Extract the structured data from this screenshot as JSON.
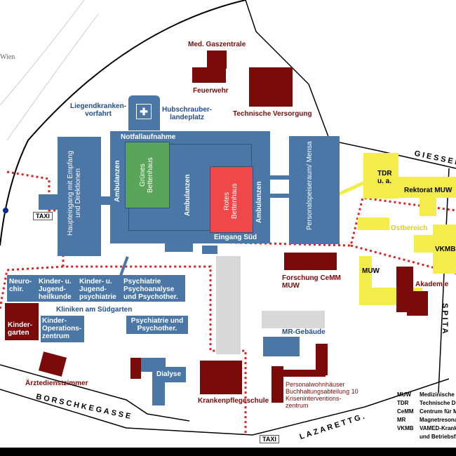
{
  "labels": {
    "wien": "Wien",
    "gaszentrale": "Med. Gaszentrale",
    "feuerwehr": "Feuerwehr",
    "technische_versorgung": "Technische Versorgung",
    "liegendkranken": "Liegendkranken-",
    "vorfahrt": "vorfahrt",
    "hubschrauber1": "Hubschrauber-",
    "hubschrauber2": "landeplatz",
    "notfallaufnahme": "Notfallaufnahme",
    "ambulanzen": "Ambulanzen",
    "gruenes": "Grünes Bettenhaus",
    "rotes": "Rotes Bettenhaus",
    "eingang_sued": "Eingang Süd",
    "haupteingang": "Haupteingang mit Empfang und Direktionen",
    "personalspeiseraum": "Personalspeiseraum/ Mensa",
    "tdr": "TDR u. a.",
    "rektorat": "Rektorat  MUW",
    "ostbereich": "Ostbereich",
    "vkmb": "VKMB",
    "muw": "MUW",
    "akademie": "Akademie",
    "forschung": "Forschung  CeMM",
    "forschung2": "MUW",
    "neurochir": "Neuro- chir.",
    "kinder_heil": "Kinder- u. Jugend- heilkunde",
    "kinder_psych": "Kinder- u. Jugend- psychiatrie",
    "psychiatrie1": "Psychiatrie Psychoanalyse und Psychother.",
    "kliniken": "Kliniken am Südgarten",
    "psychiatrie2": "Psychiatrie und Psychother.",
    "kindergarten": "Kinder- garten",
    "kinder_op": "Kinder- Operations- zentrum",
    "aerzte": "Ärztedienstzimmer",
    "dialyse": "Dialyse",
    "mr": "MR-Gebäude",
    "krankenpflege": "Krankenpflegeschule",
    "personalwohn": "Personalwohnhäuser",
    "buchhaltung": "Buchhaltungsabteilung 10",
    "krisen": "Kriseninterventions-",
    "zentrum": "zentrum",
    "taxi": "TAXI"
  },
  "streets": {
    "giesser": "GIESSER",
    "borschke": "BORSCHKEGASSE",
    "lazarett": "LAZARETTG.",
    "spital": "SPITA"
  },
  "legend": [
    {
      "abbr": "MUW",
      "text": "Medizinische U"
    },
    {
      "abbr": "TDR",
      "text": "Technische Dire"
    },
    {
      "abbr": "CeMM",
      "text": "Centrum für Mo"
    },
    {
      "abbr": "MR",
      "text": "Magnetresonan"
    },
    {
      "abbr": "VKMB",
      "text": "VAMED-Kranke"
    },
    {
      "abbr": "",
      "text": "und Betriebsfüh"
    }
  ],
  "colors": {
    "clinic": "#4a77a6",
    "service": "#7b0a0a",
    "university": "#f3ec4a",
    "green": "#5aa55a",
    "red": "#f04848",
    "path": "#e02020"
  }
}
